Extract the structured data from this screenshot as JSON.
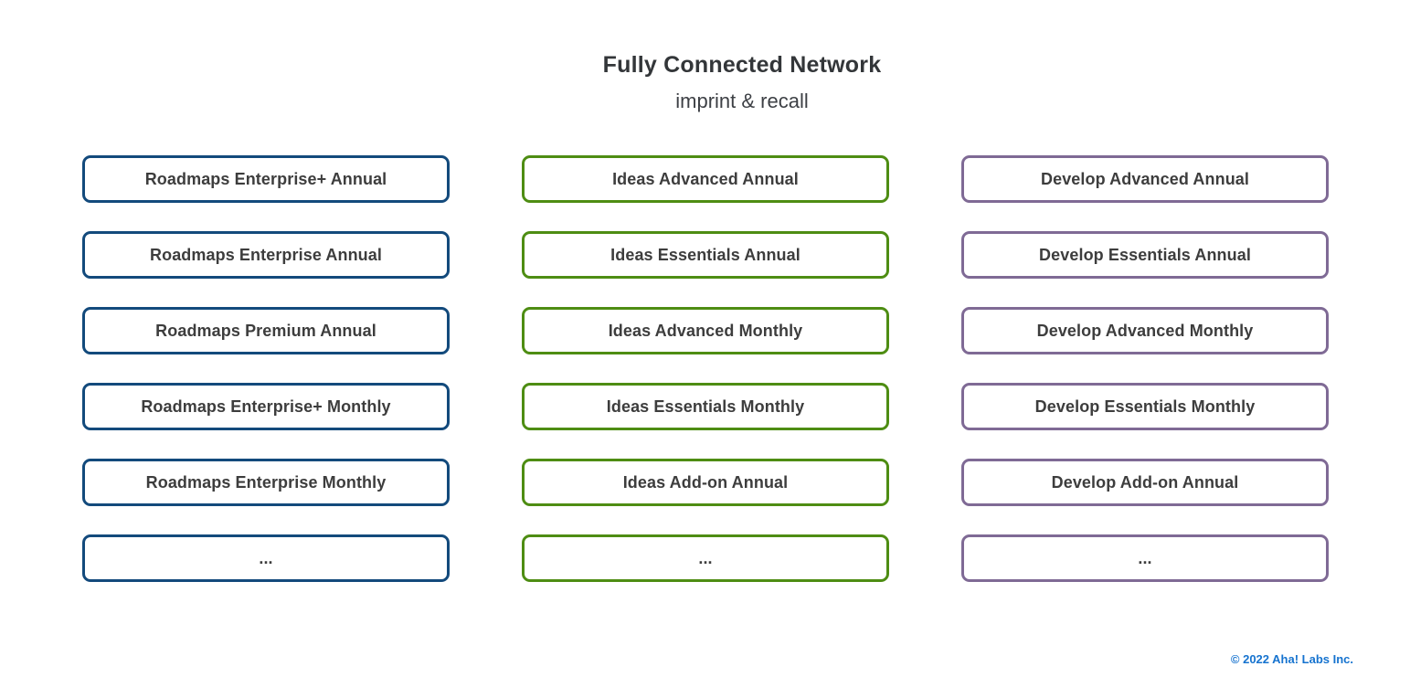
{
  "page": {
    "title": "Fully Connected Network",
    "subtitle": "imprint & recall",
    "background_color": "#ffffff",
    "title_color": "#333639"
  },
  "columns": [
    {
      "name": "roadmaps",
      "border_color": "#134a7c",
      "items": [
        "Roadmaps Enterprise+ Annual",
        "Roadmaps Enterprise Annual",
        "Roadmaps Premium Annual",
        "Roadmaps Enterprise+ Monthly",
        "Roadmaps Enterprise Monthly",
        "..."
      ]
    },
    {
      "name": "ideas",
      "border_color": "#4e8d13",
      "items": [
        "Ideas Advanced Annual",
        "Ideas Essentials Annual",
        "Ideas Advanced Monthly",
        "Ideas Essentials Monthly",
        "Ideas Add-on Annual",
        "..."
      ]
    },
    {
      "name": "develop",
      "border_color": "#7f6a95",
      "items": [
        "Develop Advanced Annual",
        "Develop Essentials Annual",
        "Develop Advanced Monthly",
        "Develop Essentials Monthly",
        "Develop Add-on Annual",
        "..."
      ]
    }
  ],
  "footer": {
    "copyright": "© 2022 Aha! Labs Inc.",
    "color": "#1673cf"
  }
}
